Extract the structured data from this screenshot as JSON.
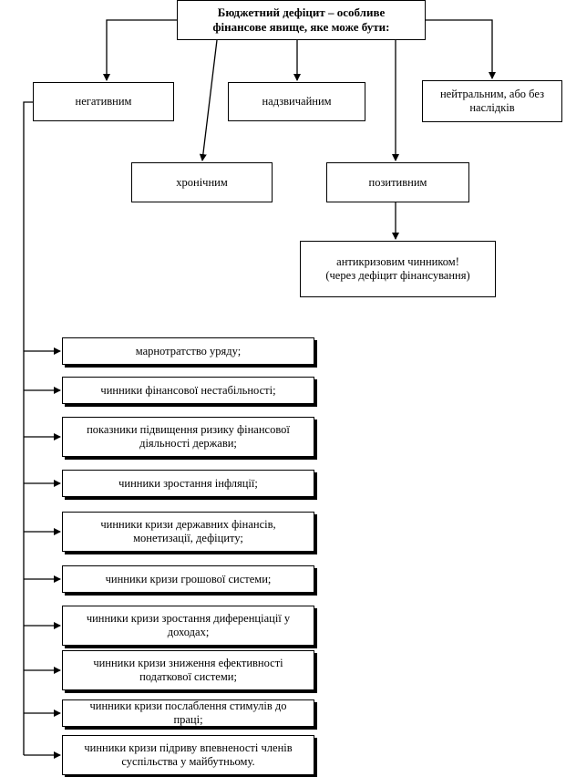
{
  "title": {
    "line1": "Бюджетний дефіцит – особливе",
    "line2": "фінансове явище,  яке може бути:"
  },
  "types": {
    "negative": "негативним",
    "emergency": "надзвичайним",
    "neutral_line1": "нейтральним, або без",
    "neutral_line2": "наслідків",
    "chronic": "хронічним",
    "positive": "позитивним"
  },
  "anti_crisis": {
    "line1": "антикризовим чинником!",
    "line2": "(через дефіцит фінансування)"
  },
  "negative_factors": [
    {
      "line1": "марнотратство уряду;",
      "line2": ""
    },
    {
      "line1": "чинники фінансової нестабільності;",
      "line2": ""
    },
    {
      "line1": "показники підвищення ризику фінансової",
      "line2": "діяльності держави;"
    },
    {
      "line1": "чинники зростання інфляції;",
      "line2": ""
    },
    {
      "line1": "чинники кризи державних фінансів,",
      "line2": "монетизації, дефіциту;"
    },
    {
      "line1": "чинники кризи грошової системи;",
      "line2": ""
    },
    {
      "line1": "чинники кризи зростання диференціації у",
      "line2": "доходах;"
    },
    {
      "line1": "чинники кризи зниження ефективності",
      "line2": "податкової системи;"
    },
    {
      "line1": "чинники кризи послаблення стимулів до",
      "line2": "праці;"
    },
    {
      "line1": "чинники кризи підриву впевненості членів",
      "line2": "суспільства у майбутньому."
    }
  ]
}
